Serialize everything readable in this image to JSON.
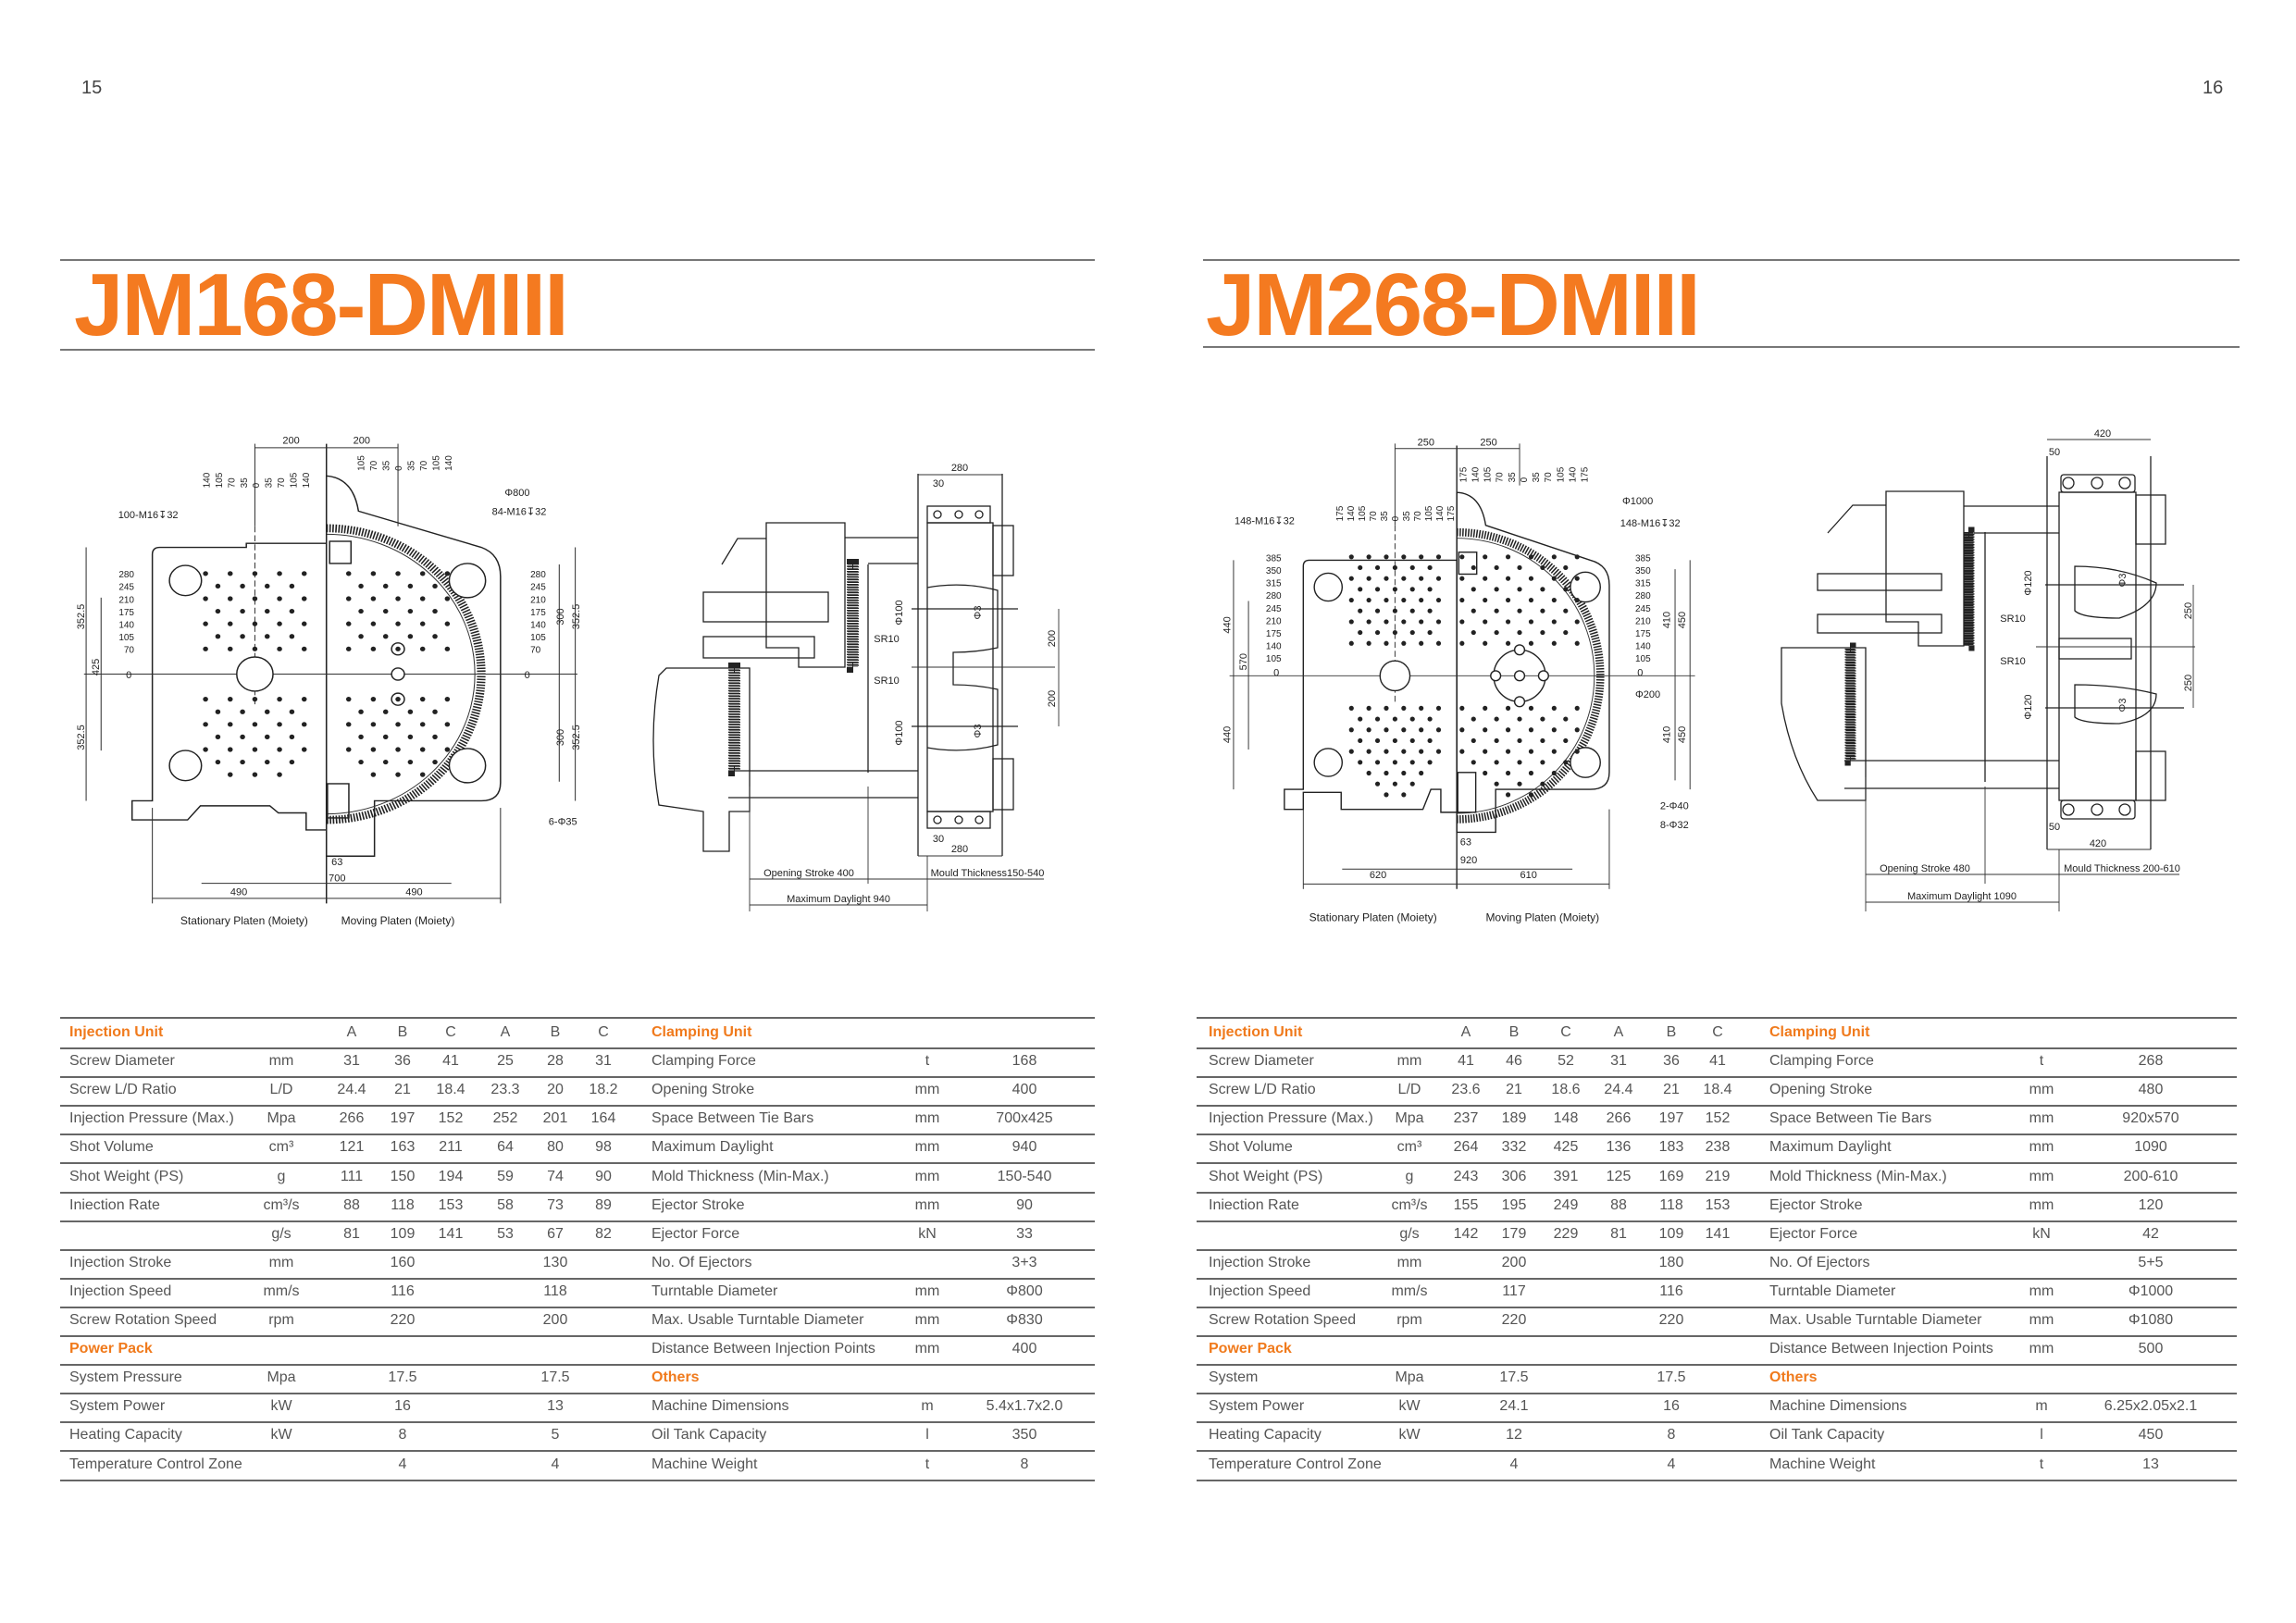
{
  "pages": [
    {
      "page_number": "15",
      "title": "JM168-DMIII",
      "drawing": {
        "front_captions": {
          "stationary": "Stationary Platen (Moiety)",
          "moving": "Moving Platen (Moiety)"
        },
        "front_labels": [
          "200",
          "200",
          "100-M16↧32",
          "84-M16↧32",
          "Φ800",
          "6-Φ35",
          "352.5",
          "352.5",
          "352.5",
          "352.5",
          "425",
          "300",
          "300",
          "490",
          "490",
          "700",
          "63",
          "0",
          "0"
        ],
        "front_col_ticks_stationary": [
          "140",
          "105",
          "70",
          "35",
          "0",
          "35",
          "70",
          "105",
          "140"
        ],
        "front_col_ticks_moving": [
          "105",
          "70",
          "35",
          "0",
          "35",
          "70",
          "105",
          "140"
        ],
        "front_row_ticks": [
          "280",
          "245",
          "210",
          "175",
          "140",
          "105",
          "70"
        ],
        "side_labels": [
          "280",
          "30",
          "280",
          "30",
          "Φ100",
          "Φ100",
          "Φ3",
          "Φ3",
          "SR10",
          "SR10",
          "200",
          "200",
          "Opening Stroke 400",
          "Mould Thickness150-540",
          "Maximum Daylight 940"
        ]
      },
      "table": {
        "header": {
          "injection_unit": "Injection Unit",
          "screws": [
            "A",
            "B",
            "C",
            "A",
            "B",
            "C"
          ],
          "clamping_unit": "Clamping Unit"
        },
        "rows": [
          {
            "label": "Screw Diameter",
            "unit": "mm",
            "values": [
              "31",
              "36",
              "41",
              "25",
              "28",
              "31"
            ],
            "r_label": "Clamping Force",
            "r_unit": "t",
            "r_value": "168"
          },
          {
            "label": "Screw L/D Ratio",
            "unit": "L/D",
            "values": [
              "24.4",
              "21",
              "18.4",
              "23.3",
              "20",
              "18.2"
            ],
            "r_label": "Opening Stroke",
            "r_unit": "mm",
            "r_value": "400"
          },
          {
            "label": "Injection Pressure (Max.)",
            "unit": "Mpa",
            "values": [
              "266",
              "197",
              "152",
              "252",
              "201",
              "164"
            ],
            "r_label": "Space Between Tie Bars",
            "r_unit": "mm",
            "r_value": "700x425"
          },
          {
            "label": "Shot Volume",
            "unit": "cm³",
            "values": [
              "121",
              "163",
              "211",
              "64",
              "80",
              "98"
            ],
            "r_label": "Maximum Daylight",
            "r_unit": "mm",
            "r_value": "940"
          },
          {
            "label": "Shot Weight (PS)",
            "unit": "g",
            "values": [
              "111",
              "150",
              "194",
              "59",
              "74",
              "90"
            ],
            "r_label": "Mold Thickness (Min-Max.)",
            "r_unit": "mm",
            "r_value": "150-540"
          },
          {
            "label": "Iniection Rate",
            "unit": "cm³/s",
            "values": [
              "88",
              "118",
              "153",
              "58",
              "73",
              "89"
            ],
            "r_label": "Ejector Stroke",
            "r_unit": "mm",
            "r_value": "90"
          },
          {
            "label": "",
            "unit": "g/s",
            "values": [
              "81",
              "109",
              "141",
              "53",
              "67",
              "82"
            ],
            "r_label": "Ejector Force",
            "r_unit": "kN",
            "r_value": "33"
          },
          {
            "label": "Injection Stroke",
            "unit": "mm",
            "merged": [
              "160",
              "130"
            ],
            "r_label": "No. Of Ejectors",
            "r_unit": "",
            "r_value": "3+3"
          },
          {
            "label": "Injection Speed",
            "unit": "mm/s",
            "merged": [
              "116",
              "118"
            ],
            "r_label": "Turntable Diameter",
            "r_unit": "mm",
            "r_value": "Φ800"
          },
          {
            "label": "Screw Rotation Speed",
            "unit": "rpm",
            "merged": [
              "220",
              "200"
            ],
            "r_label": "Max. Usable Turntable Diameter",
            "r_unit": "mm",
            "r_value": "Φ830"
          },
          {
            "heading": "Power Pack",
            "r_label": "Distance Between Injection Points",
            "r_unit": "mm",
            "r_value": "400"
          },
          {
            "label": "System Pressure",
            "unit": "Mpa",
            "merged": [
              "17.5",
              "17.5"
            ],
            "r_heading": "Others"
          },
          {
            "label": "System Power",
            "unit": "kW",
            "merged": [
              "16",
              "13"
            ],
            "r_label": "Machine Dimensions",
            "r_unit": "m",
            "r_value": "5.4x1.7x2.0"
          },
          {
            "label": "Heating Capacity",
            "unit": "kW",
            "merged": [
              "8",
              "5"
            ],
            "r_label": "Oil Tank Capacity",
            "r_unit": "l",
            "r_value": "350"
          },
          {
            "label": "Temperature Control Zone",
            "unit": "",
            "merged": [
              "4",
              "4"
            ],
            "r_label": "Machine Weight",
            "r_unit": "t",
            "r_value": "8"
          }
        ]
      }
    },
    {
      "page_number": "16",
      "title": "JM268-DMIII",
      "drawing": {
        "front_captions": {
          "stationary": "Stationary Platen (Moiety)",
          "moving": "Moving Platen (Moiety)"
        },
        "front_labels": [
          "250",
          "250",
          "148-M16↧32",
          "148-M16↧32",
          "Φ1000",
          "Φ200",
          "2-Φ40",
          "8-Φ32",
          "440",
          "440",
          "570",
          "410",
          "410",
          "450",
          "450",
          "620",
          "610",
          "920",
          "63",
          "0",
          "0"
        ],
        "front_col_ticks_stationary": [
          "175",
          "140",
          "105",
          "70",
          "35",
          "0",
          "35",
          "70",
          "105",
          "140",
          "175"
        ],
        "front_col_ticks_moving": [
          "175",
          "140",
          "105",
          "70",
          "35",
          "0",
          "35",
          "70",
          "105",
          "140",
          "175"
        ],
        "front_row_ticks": [
          "385",
          "350",
          "315",
          "280",
          "245",
          "210",
          "175",
          "140",
          "105"
        ],
        "side_labels": [
          "420",
          "50",
          "420",
          "50",
          "Φ120",
          "Φ120",
          "Φ3",
          "Φ3",
          "SR10",
          "SR10",
          "250",
          "250",
          "Opening Stroke 480",
          "Mould Thickness 200-610",
          "Maximum Daylight 1090"
        ]
      },
      "table": {
        "header": {
          "injection_unit": "Injection Unit",
          "screws": [
            "A",
            "B",
            "C",
            "A",
            "B",
            "C"
          ],
          "clamping_unit": "Clamping Unit"
        },
        "rows": [
          {
            "label": "Screw Diameter",
            "unit": "mm",
            "values": [
              "41",
              "46",
              "52",
              "31",
              "36",
              "41"
            ],
            "r_label": "Clamping Force",
            "r_unit": "t",
            "r_value": "268"
          },
          {
            "label": "Screw L/D Ratio",
            "unit": "L/D",
            "values": [
              "23.6",
              "21",
              "18.6",
              "24.4",
              "21",
              "18.4"
            ],
            "r_label": "Opening Stroke",
            "r_unit": "mm",
            "r_value": "480"
          },
          {
            "label": "Injection Pressure (Max.)",
            "unit": "Mpa",
            "values": [
              "237",
              "189",
              "148",
              "266",
              "197",
              "152"
            ],
            "r_label": "Space Between Tie Bars",
            "r_unit": "mm",
            "r_value": "920x570"
          },
          {
            "label": "Shot Volume",
            "unit": "cm³",
            "values": [
              "264",
              "332",
              "425",
              "136",
              "183",
              "238"
            ],
            "r_label": "Maximum Daylight",
            "r_unit": "mm",
            "r_value": "1090"
          },
          {
            "label": "Shot Weight (PS)",
            "unit": "g",
            "values": [
              "243",
              "306",
              "391",
              "125",
              "169",
              "219"
            ],
            "r_label": "Mold Thickness (Min-Max.)",
            "r_unit": "mm",
            "r_value": "200-610"
          },
          {
            "label": "Iniection Rate",
            "unit": "cm³/s",
            "values": [
              "155",
              "195",
              "249",
              "88",
              "118",
              "153"
            ],
            "r_label": "Ejector Stroke",
            "r_unit": "mm",
            "r_value": "120"
          },
          {
            "label": "",
            "unit": "g/s",
            "values": [
              "142",
              "179",
              "229",
              "81",
              "109",
              "141"
            ],
            "r_label": "Ejector Force",
            "r_unit": "kN",
            "r_value": "42"
          },
          {
            "label": "Injection Stroke",
            "unit": "mm",
            "merged": [
              "200",
              "180"
            ],
            "r_label": "No. Of Ejectors",
            "r_unit": "",
            "r_value": "5+5"
          },
          {
            "label": "Injection Speed",
            "unit": "mm/s",
            "merged": [
              "117",
              "116"
            ],
            "r_label": "Turntable Diameter",
            "r_unit": "mm",
            "r_value": "Φ1000"
          },
          {
            "label": "Screw Rotation Speed",
            "unit": "rpm",
            "merged": [
              "220",
              "220"
            ],
            "r_label": "Max. Usable Turntable Diameter",
            "r_unit": "mm",
            "r_value": "Φ1080"
          },
          {
            "heading": "Power Pack",
            "r_label": "Distance Between Injection Points",
            "r_unit": "mm",
            "r_value": "500"
          },
          {
            "label": "System",
            "unit": "Mpa",
            "merged": [
              "17.5",
              "17.5"
            ],
            "r_heading": "Others"
          },
          {
            "label": "System Power",
            "unit": "kW",
            "merged": [
              "24.1",
              "16"
            ],
            "r_label": "Machine Dimensions",
            "r_unit": "m",
            "r_value": "6.25x2.05x2.1"
          },
          {
            "label": "Heating Capacity",
            "unit": "kW",
            "merged": [
              "12",
              "8"
            ],
            "r_label": "Oil Tank Capacity",
            "r_unit": "l",
            "r_value": "450"
          },
          {
            "label": "Temperature Control Zone",
            "unit": "",
            "merged": [
              "4",
              "4"
            ],
            "r_label": "Machine Weight",
            "r_unit": "t",
            "r_value": "13"
          }
        ]
      }
    }
  ],
  "colors": {
    "accent": "#f47a20",
    "text": "#555555",
    "rule": "#666666"
  }
}
